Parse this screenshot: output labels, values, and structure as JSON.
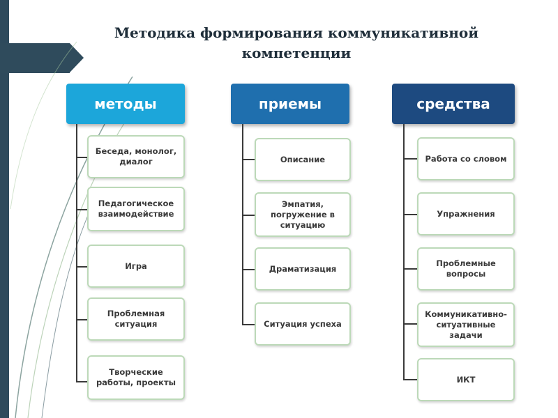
{
  "title": {
    "line1": "Методика формирования коммуникативной",
    "line2": "компетенции"
  },
  "columns": [
    {
      "header": "методы",
      "color": "#1ca6da",
      "items": [
        "Беседа, монолог, диалог",
        "Педагогическое взаимодействие",
        "Игра",
        "Проблемная ситуация",
        "Творческие работы, проекты"
      ]
    },
    {
      "header": "приемы",
      "color": "#1f6fae",
      "items": [
        "Описание",
        "Эмпатия, погружение в ситуацию",
        "Драматизация",
        "Ситуация успеха"
      ]
    },
    {
      "header": "средства",
      "color": "#1d4a80",
      "items": [
        "Работа  со словом",
        "Упражнения",
        "Проблемные вопросы",
        "Коммуникативно-ситуативные задачи",
        "ИКТ"
      ]
    }
  ],
  "colors": {
    "sidebar": "#2e4a5c",
    "box_border": "#bcd9b8",
    "connector": "#3a3a3a"
  }
}
